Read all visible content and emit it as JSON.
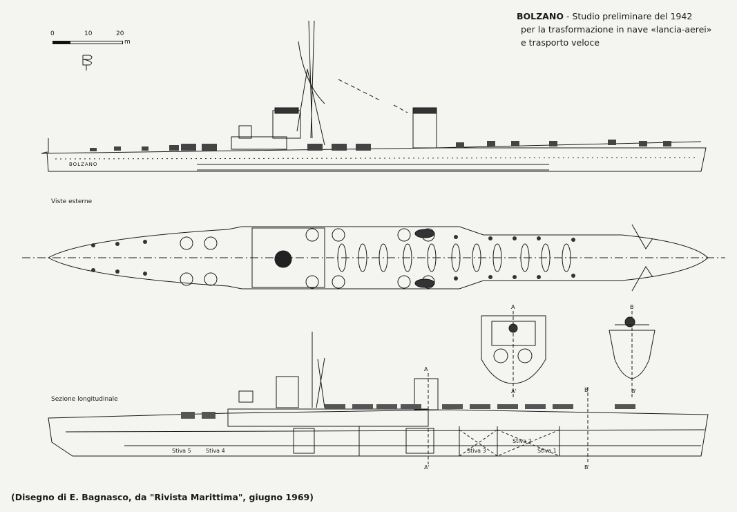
{
  "title": {
    "ship": "BOLZANO",
    "line1": " - Studio preliminare del 1942",
    "line2": "per la trasformazione in nave «lancia-aerei»",
    "line3": "e trasporto veloce"
  },
  "scale": {
    "t0": "0",
    "t10": "10",
    "t20": "20",
    "unit": "m"
  },
  "hull_name": "BOLZANO",
  "labels": {
    "external_views": "Viste esterne",
    "longitudinal_section": "Sezione longitudinale",
    "stiva5": "Stiva 5",
    "stiva4": "Stiva 4",
    "stiva3": "Stiva 3",
    "stiva2": "Stiva 2",
    "stiva1": "Stiva 1",
    "section_a": "A",
    "section_a_prime": "A'",
    "section_b": "B",
    "section_b_prime": "B'"
  },
  "caption": "(Disegno di E. Bagnasco, da \"Rivista Marittima\", giugno 1969)"
}
